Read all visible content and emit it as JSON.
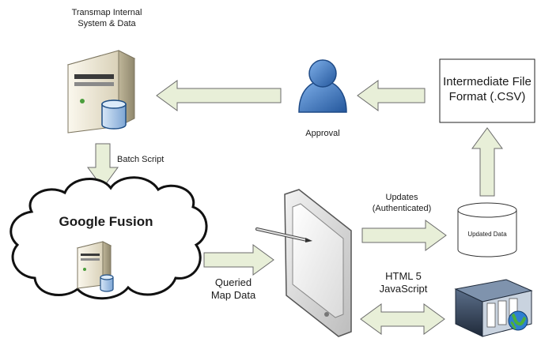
{
  "diagram": {
    "nodes": {
      "internal_system": {
        "label_line1": "Transmap Internal",
        "label_line2": "System & Data",
        "icon": "server-with-database-icon"
      },
      "approval": {
        "label": "Approval",
        "icon": "person-icon"
      },
      "intermediate_file": {
        "label_line1": "Intermediate File",
        "label_line2": "Format (.CSV)"
      },
      "google_fusion": {
        "label": "Google Fusion",
        "icon": "cloud-icon"
      },
      "tablet": {
        "icon": "tablet-with-stylus-icon"
      },
      "updated_data": {
        "label": "Updated Data",
        "icon": "database-cylinder-icon"
      },
      "web_server": {
        "icon": "web-server-icon"
      }
    },
    "edges": {
      "batch_script": {
        "label": "Batch Script"
      },
      "queried_map_data": {
        "label_line1": "Queried",
        "label_line2": "Map Data"
      },
      "updates": {
        "label_line1": "Updates",
        "label_line2": "(Authenticated)"
      },
      "html5": {
        "label_line1": "HTML 5",
        "label_line2": "JavaScript"
      }
    },
    "colors": {
      "arrow_fill": "#e8efd8",
      "arrow_stroke": "#6b6b6b",
      "person_blue": "#3d7cc9",
      "server_body": "#efe9d6",
      "db_blue": "#a9c8ea"
    }
  }
}
